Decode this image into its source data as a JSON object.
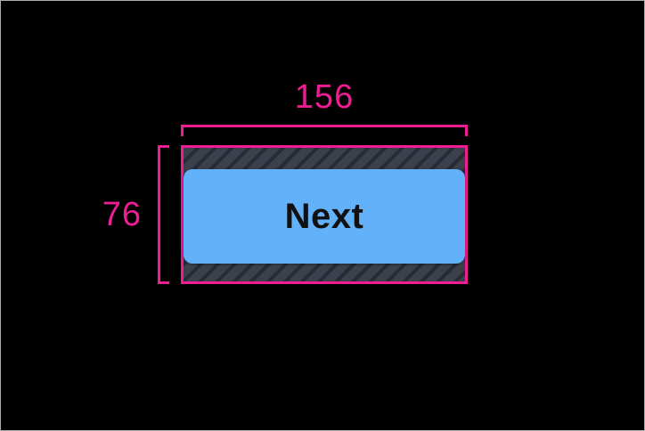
{
  "colors": {
    "accent": "#EE1D94",
    "button-fill": "#63B1F8",
    "button-text": "#111111",
    "hatch-base": "#3B404C",
    "hatch-stripe": "#272B34",
    "canvas-bg": "#000000",
    "frame-border": "#ABABAB"
  },
  "dimension_annotations": {
    "width": {
      "value": "156"
    },
    "height": {
      "value": "76"
    }
  },
  "button": {
    "label": "Next"
  }
}
